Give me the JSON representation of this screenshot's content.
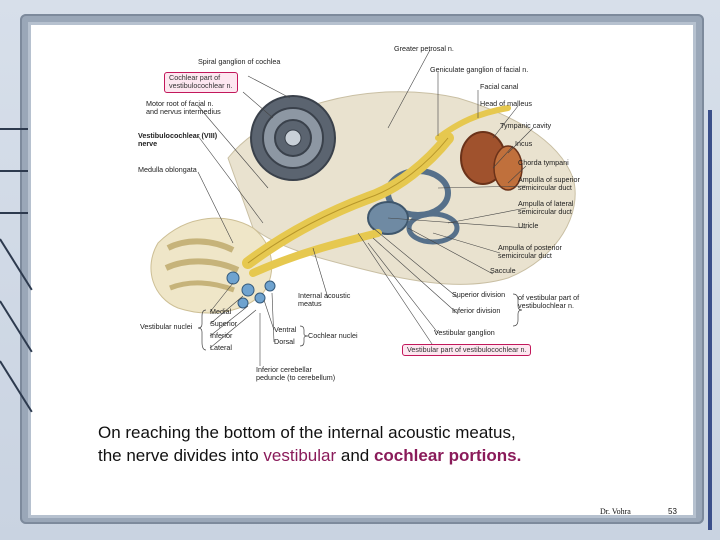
{
  "figure": {
    "labels": {
      "spiral_ganglion": "Spiral ganglion of cochlea",
      "cochlear_part_line1": "Cochlear part of",
      "cochlear_part_line2": "vestibulocochlear n.",
      "motor_root_line1": "Motor root of facial n.",
      "motor_root_line2": "and nervus intermedius",
      "vestibulocochlear_line1": "Vestibulocochlear (VIII)",
      "vestibulocochlear_line2": "nerve",
      "medulla": "Medulla oblongata",
      "greater_petrosal": "Greater petrosal n.",
      "geniculate": "Geniculate ganglion of facial n.",
      "facial_canal": "Facial canal",
      "head_malleus": "Head of malleus",
      "tympanic_cavity": "Tympanic cavity",
      "incus": "Incus",
      "chorda_tympani": "Chorda tympani",
      "ampulla_superior_line1": "Ampulla of superior",
      "ampulla_superior_line2": "semicircular duct",
      "ampulla_lateral_line1": "Ampulla of lateral",
      "ampulla_lateral_line2": "semicircular duct",
      "utricle": "Utricle",
      "ampulla_posterior_line1": "Ampulla of posterior",
      "ampulla_posterior_line2": "semicircular duct",
      "saccule": "Saccule",
      "superior_division": "Superior division",
      "inferior_division": "Inferior division",
      "of_vestibular_line1": "of vestibular part of",
      "of_vestibular_line2": "vestibulochlear n.",
      "internal_acoustic_line1": "Internal acoustic",
      "internal_acoustic_line2": "meatus",
      "vestibular_ganglion": "Vestibular ganglion",
      "vestibular_part": "Vestibular part of vestibulocochlear n.",
      "vestibular_nuclei": "Vestibular nuclei",
      "medial": "Medial",
      "superior": "Superior",
      "inferior": "Inferior",
      "lateral": "Lateral",
      "ventral": "Ventral",
      "dorsal": "Dorsal",
      "cochlear_nuclei": "Cochlear nuclei",
      "inferior_cerebellar_line1": "Inferior cerebellar",
      "inferior_cerebellar_line2": "peduncle (to cerebellum)"
    }
  },
  "caption": {
    "part1": "On reaching the bottom of the internal acoustic meatus,",
    "part2": "the nerve divides into ",
    "vestibular": "vestibular",
    "and": " and ",
    "cochlear": "cochlear portions."
  },
  "footer": {
    "author": "Dr. Vohra",
    "page": "53"
  },
  "colors": {
    "highlight": "#8a1b5a",
    "label_box_border": "#c2185b"
  }
}
